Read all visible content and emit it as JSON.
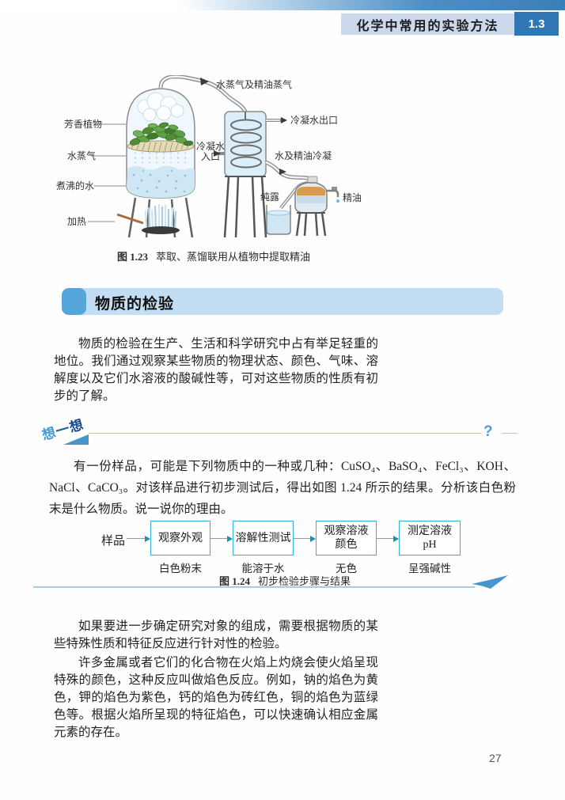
{
  "page": {
    "number": "27"
  },
  "header": {
    "title": "化学中常用的实验方法",
    "section_number": "1.3"
  },
  "figure123": {
    "caption_label": "图 1.23",
    "caption_text": "萃取、蒸馏联用从植物中提取精油",
    "labels": {
      "aromatic_plants": "芳香植物",
      "steam": "水蒸气",
      "boiling_water": "煮沸的水",
      "heating": "加热",
      "vapor": "水蒸气及精油蒸气",
      "inlet": "冷凝水\n入口",
      "outlet": "冷凝水出口",
      "condensate": "水及精油冷凝",
      "hydrosol": "纯露",
      "oil": "精油"
    }
  },
  "section": {
    "title": "物质的检验",
    "paragraph1": "物质的检验在生产、生活和科学研究中占有举足轻重的地位。我们通过观察某些物质的物理状态、颜色、气味、溶解度以及它们水溶液的酸碱性等，可对这些物质的性质有初步的了解。",
    "paragraph2": "如果要进一步确定研究对象的组成，需要根据物质的某些特殊性质和特征反应进行针对性的检验。",
    "paragraph3": "许多金属或者它们的化合物在火焰上灼烧会使火焰呈现特殊的颜色，这种反应叫做焰色反应。例如，钠的焰色为黄色，钾的焰色为紫色，钙的焰色为砖红色，铜的焰色为蓝绿色等。根据火焰所呈现的特征焰色，可以快速确认相应金属元素的存在。"
  },
  "think": {
    "banner_chars": [
      "想",
      "一",
      "想"
    ],
    "question_mark": "?",
    "question": "有一份样品，可能是下列物质中的一种或几种：CuSO₄、BaSO₄、FeCl₃、KOH、NaCl、CaCO₃。对该样品进行初步测试后，得出如图 1.24 所示的结果。分析该白色粉末是什么物质。说一说你的理由。"
  },
  "flowchart": {
    "start_label": "样品",
    "steps": [
      {
        "box": "观察外观",
        "result": "白色粉末"
      },
      {
        "box": "溶解性测试",
        "result": "能溶于水"
      },
      {
        "box": "观察溶液\n颜色",
        "result": "无色"
      },
      {
        "box": "测定溶液\npH",
        "result": "呈强碱性"
      }
    ],
    "caption_label": "图 1.24",
    "caption_text": "初步检验步骤与结果"
  },
  "colors": {
    "accent_blue": "#3a7fb8",
    "header_strip": "#ccd9ec",
    "header_number_box": "#3076b4",
    "section_bar": "#c3ddf2",
    "section_square": "#55a6da",
    "flow_box_border": "#2fb4d8",
    "think_blue": "#4596cc"
  }
}
